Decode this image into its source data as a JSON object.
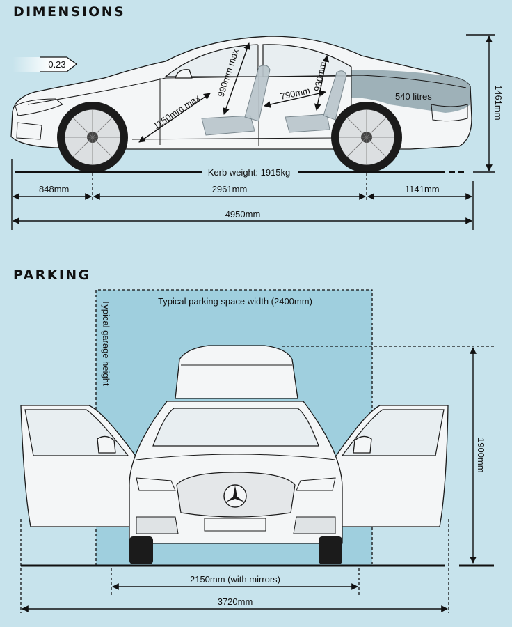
{
  "sections": {
    "dimensions_title": "DIMENSIONS",
    "parking_title": "PARKING"
  },
  "side_view": {
    "drag_coefficient": "0.23",
    "kerb_weight": "Kerb weight: 1915kg",
    "front_overhang": "848mm",
    "wheelbase": "2961mm",
    "rear_overhang": "1141mm",
    "length": "4950mm",
    "height": "1461mm",
    "front_legroom": "1150mm max",
    "front_headroom": "990mm max",
    "rear_legroom": "790mm",
    "rear_headroom": "930mm",
    "boot_capacity": "540 litres"
  },
  "front_view": {
    "parking_space_width": "Typical parking space width (2400mm)",
    "garage_height": "Typical garage height",
    "height_open": "1900mm",
    "width_mirrors": "2150mm (with mirrors)",
    "width_doors_open": "3720mm"
  },
  "colors": {
    "background": "#c7e3ec",
    "boot_highlight": "#8ea4ad",
    "parking_space": "#9fcfde"
  }
}
